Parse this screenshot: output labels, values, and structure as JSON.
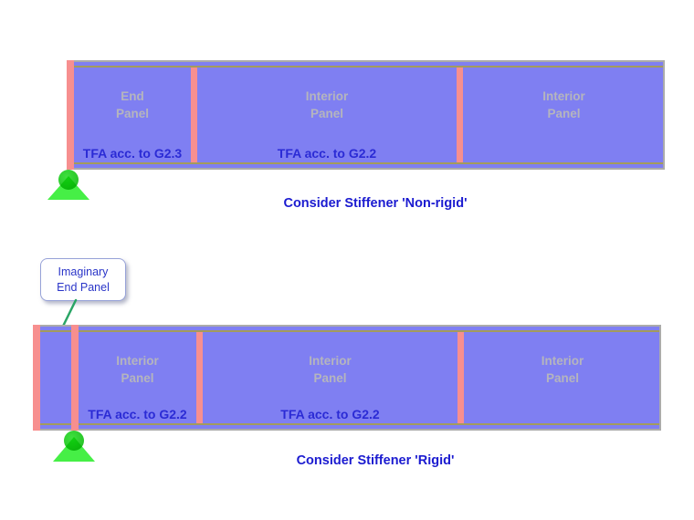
{
  "colors": {
    "panel_fill": "#7f7ff2",
    "stiffener": "#f78f8f",
    "flange_line": "#a59d54",
    "beam_outline": "#ababab",
    "panel_label_text": "#b5b5bd",
    "tfa_text": "#2b2bd5",
    "caption_text": "#1b1bd0",
    "callout_border": "#97a2d8",
    "callout_text": "#2a35c8",
    "leader_line": "#2aa566",
    "support_green": "#3ee03e"
  },
  "icons": {
    "support": "pin-support-icon"
  },
  "top_diagram": {
    "caption": "Consider Stiffener 'Non-rigid'",
    "panels": [
      {
        "label": "End\nPanel",
        "tfa": "TFA acc. to G2.3"
      },
      {
        "label": "Interior\nPanel",
        "tfa": "TFA acc. to G2.2"
      },
      {
        "label": "Interior\nPanel"
      }
    ]
  },
  "bottom_diagram": {
    "caption": "Consider Stiffener 'Rigid'",
    "callout": "Imaginary\nEnd Panel",
    "panels": [
      {
        "label": "Interior\nPanel",
        "tfa": "TFA acc. to G2.2"
      },
      {
        "label": "Interior\nPanel",
        "tfa": "TFA acc. to G2.2"
      },
      {
        "label": "Interior\nPanel"
      }
    ]
  }
}
